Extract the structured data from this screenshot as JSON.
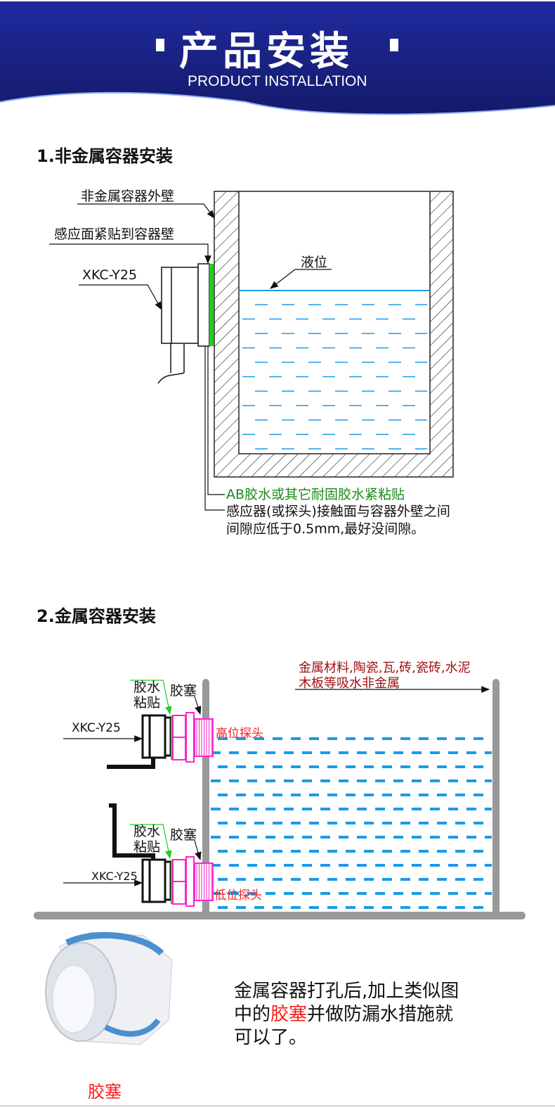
{
  "header": {
    "title": "产品安装",
    "subtitle": "PRODUCT INSTALLATION"
  },
  "section1": {
    "title": "1.非金属容器安装",
    "labels": {
      "outer_wall": "非金属容器外壁",
      "sensing_face": "感应面紧贴到容器壁",
      "model": "XKC-Y25",
      "liquid_level": "液位"
    },
    "glue_note": "AB胶水或其它耐固胶水紧粘贴",
    "gap_note": [
      "感应器(或探头)接触面与容器外壁之间",
      "间隙应低于0.5mm,最好没间隙。"
    ]
  },
  "section2": {
    "title": "2.金属容器安装",
    "materials_note": [
      "金属材料,陶瓷,瓦,砖,瓷砖,水泥",
      "木板等吸水非金属"
    ],
    "high": {
      "glue": [
        "胶水",
        "粘贴"
      ],
      "plug": "胶塞",
      "model": "XKC-Y25",
      "probe": "高位探头"
    },
    "low": {
      "glue": [
        "胶水",
        "粘贴"
      ],
      "plug": "胶塞",
      "model": "XKC-Y25",
      "probe": "低位探头"
    },
    "plug_caption": "胶塞",
    "instruction": {
      "before": "金属容器打孔后,加上类似图",
      "line2_pre": "中的",
      "highlight": "胶塞",
      "line2_post": "并做防漏水措施就",
      "line3": "可以了。"
    }
  },
  "colors": {
    "header": "#1a2590",
    "water": "#1a9be8",
    "glue": "#22cc22",
    "plug": "#ff22cc",
    "note_red": "#a01010",
    "wall": "#999999"
  }
}
